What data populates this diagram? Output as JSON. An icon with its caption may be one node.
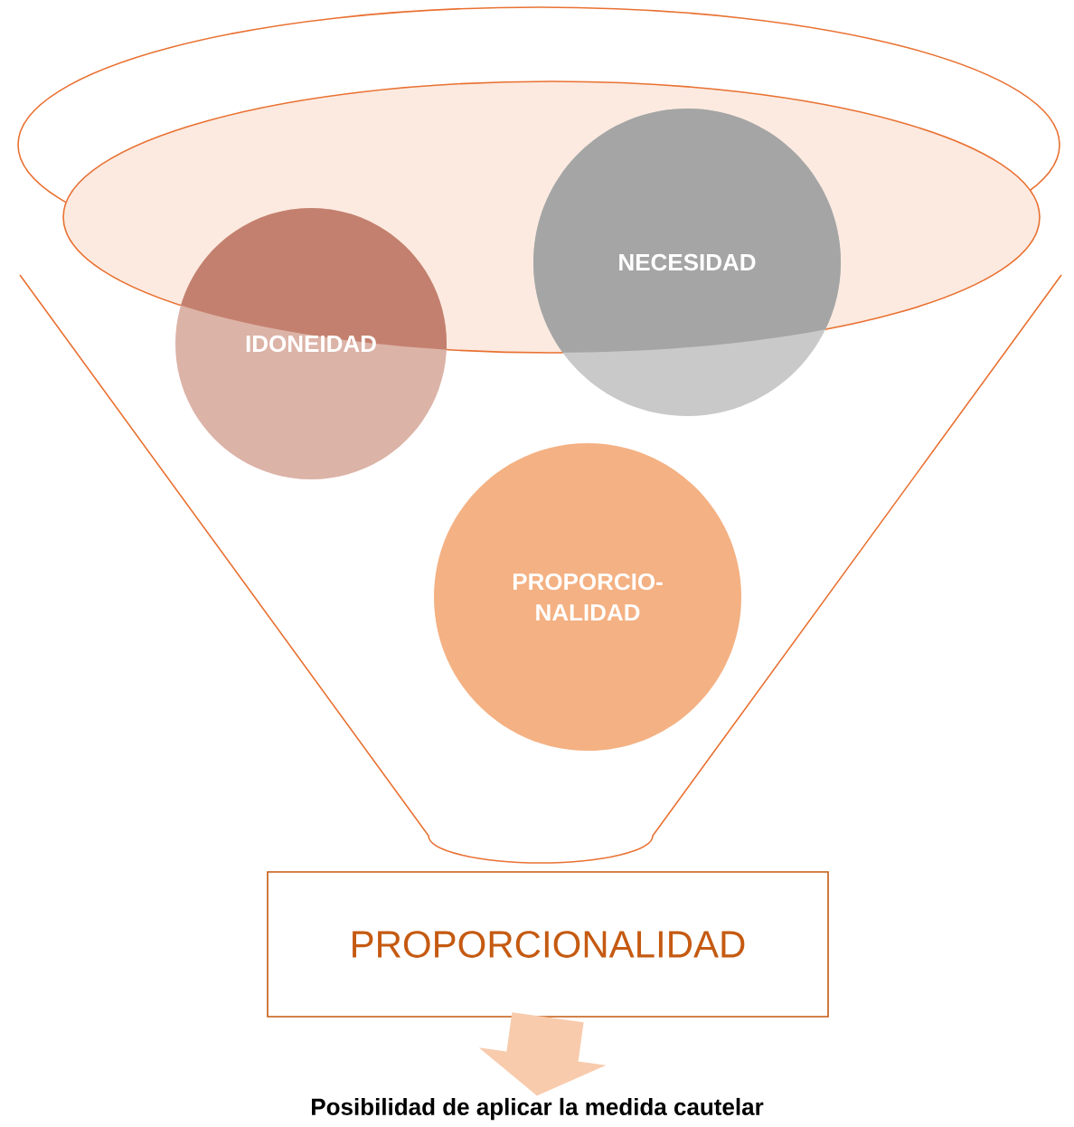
{
  "diagram": {
    "nodes": [
      {
        "text": [
          "IDONEIDAD"
        ]
      },
      {
        "text": [
          "NECESIDAD"
        ]
      },
      {
        "text": [
          "PROPORCIO- NALIDAD"
        ]
      },
      {
        "text": [
          "PROPORCIONALIDAD"
        ]
      },
      {
        "text": [
          "Posibilidad de aplicar la medida cautelar"
        ]
      }
    ],
    "edges": [
      {
        "from": 3,
        "to": 4,
        "arrow": "to"
      }
    ]
  }
}
